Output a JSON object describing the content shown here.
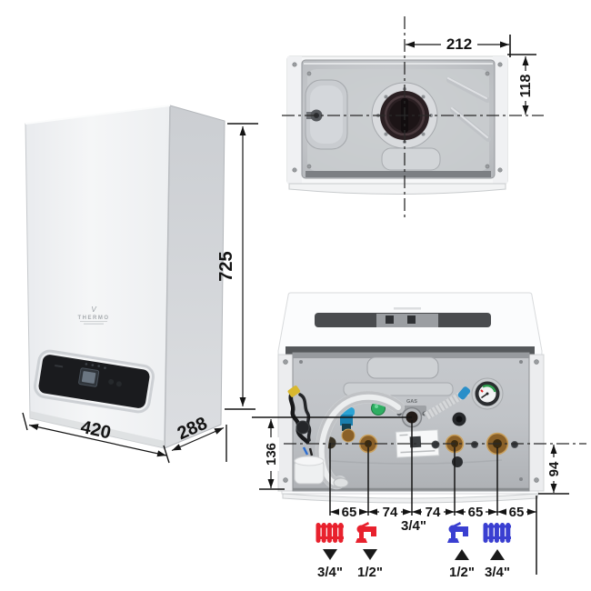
{
  "meta": {
    "background": "#ffffff",
    "line_color": "#1a1a1a",
    "red": "#e8212d",
    "blue": "#3a3fd1"
  },
  "front_view": {
    "brand": "THERMO",
    "height": "725",
    "width": "420",
    "depth": "288"
  },
  "top_view": {
    "flue_offset": "212",
    "flue_depth": "118"
  },
  "bottom_view": {
    "gas_text": "GAS",
    "gas_size": "3/4\"",
    "left_clearance": "136",
    "right_clearance": "94",
    "spacings": [
      "65",
      "74",
      "74",
      "65",
      "65"
    ],
    "connections": [
      {
        "name": "heating-flow",
        "icon": "radiator",
        "color": "#e8212d",
        "arrow": "down",
        "size": "3/4\""
      },
      {
        "name": "dhw-hot-outlet",
        "icon": "tap",
        "color": "#e8212d",
        "arrow": "down",
        "size": "1/2\""
      },
      {
        "name": "cold-inlet",
        "icon": "tap",
        "color": "#3a3fd1",
        "arrow": "up",
        "size": "1/2\""
      },
      {
        "name": "heating-return",
        "icon": "radiator",
        "color": "#3a3fd1",
        "arrow": "up",
        "size": "3/4\""
      }
    ]
  }
}
